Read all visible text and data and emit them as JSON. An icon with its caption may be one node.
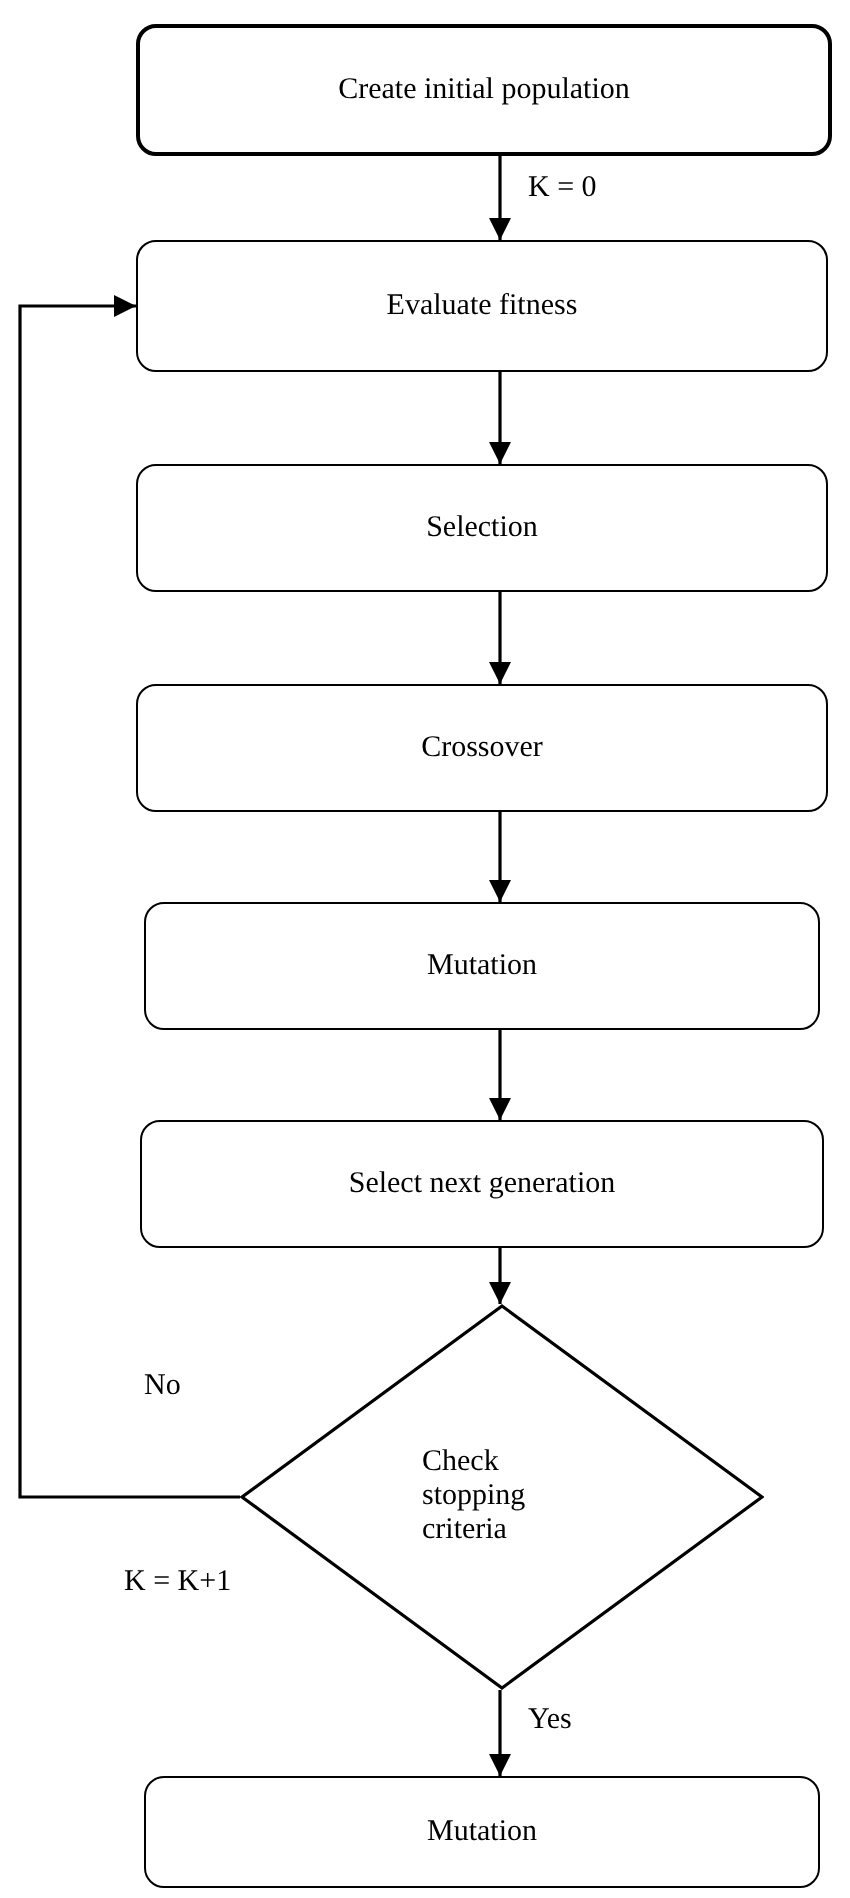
{
  "diagram": {
    "nodes": [
      {
        "text": [
          "Create initial population"
        ]
      },
      {
        "text": [
          "Evaluate fitness"
        ]
      },
      {
        "text": [
          "Selection"
        ]
      },
      {
        "text": [
          "Crossover"
        ]
      },
      {
        "text": [
          "Mutation"
        ]
      },
      {
        "text": [
          "Select next generation"
        ]
      },
      {
        "text": [
          "Check stopping criteria"
        ]
      },
      {
        "text": [
          "Mutation"
        ]
      }
    ],
    "edges": [
      {
        "from": 0,
        "to": 1,
        "arrow": "to",
        "label": "K = 0"
      },
      {
        "from": 1,
        "to": 2,
        "arrow": "to"
      },
      {
        "from": 2,
        "to": 3,
        "arrow": "to"
      },
      {
        "from": 3,
        "to": 4,
        "arrow": "to"
      },
      {
        "from": 4,
        "to": 5,
        "arrow": "to"
      },
      {
        "from": 5,
        "to": 6,
        "arrow": "to"
      },
      {
        "from": 6,
        "to": 1,
        "arrow": "to",
        "label": "No"
      },
      {
        "from": 6,
        "to": 7,
        "arrow": "to",
        "label": "Yes"
      }
    ],
    "labels": [
      "K = K+1"
    ]
  }
}
